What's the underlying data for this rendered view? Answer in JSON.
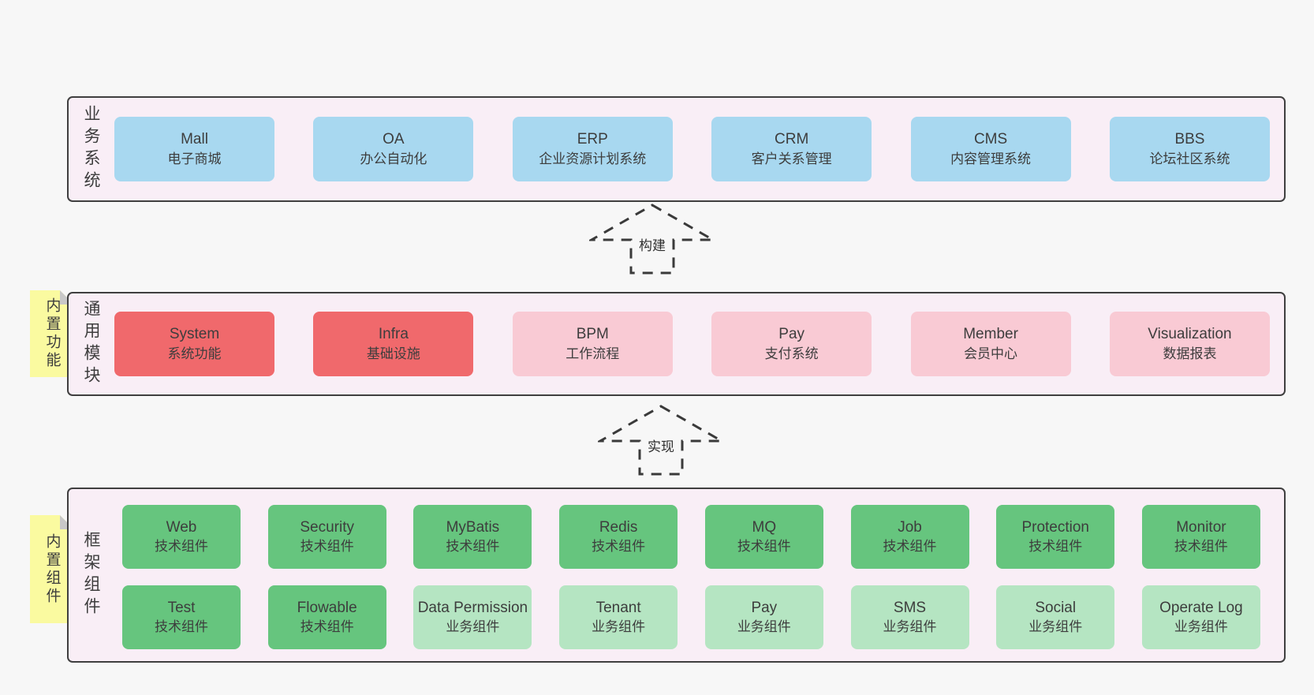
{
  "colors": {
    "page_bg": "#f7f7f7",
    "band_bg": "#f9eef6",
    "band_border": "#3f3f3f",
    "blue": "#a8d8f0",
    "red": "#f0696c",
    "pink": "#f9cad4",
    "green_dark": "#66c57e",
    "green_light": "#b5e5c2",
    "sticky_yellow": "#fafaa0",
    "fold_gray": "#c8c8c8",
    "text": "#3d3d3d"
  },
  "bands": {
    "business": {
      "label": "业务系统",
      "boxes": [
        {
          "title": "Mall",
          "subtitle": "电子商城",
          "color": "blue"
        },
        {
          "title": "OA",
          "subtitle": "办公自动化",
          "color": "blue"
        },
        {
          "title": "ERP",
          "subtitle": "企业资源计划系统",
          "color": "blue"
        },
        {
          "title": "CRM",
          "subtitle": "客户关系管理",
          "color": "blue"
        },
        {
          "title": "CMS",
          "subtitle": "内容管理系统",
          "color": "blue"
        },
        {
          "title": "BBS",
          "subtitle": "论坛社区系统",
          "color": "blue"
        }
      ]
    },
    "modules": {
      "label": "通用模块",
      "sticky": "内置功能",
      "boxes": [
        {
          "title": "System",
          "subtitle": "系统功能",
          "color": "red"
        },
        {
          "title": "Infra",
          "subtitle": "基础设施",
          "color": "red"
        },
        {
          "title": "BPM",
          "subtitle": "工作流程",
          "color": "pink"
        },
        {
          "title": "Pay",
          "subtitle": "支付系统",
          "color": "pink"
        },
        {
          "title": "Member",
          "subtitle": "会员中心",
          "color": "pink"
        },
        {
          "title": "Visualization",
          "subtitle": "数据报表",
          "color": "pink"
        }
      ]
    },
    "components": {
      "label": "框架组件",
      "sticky": "内置组件",
      "rows": [
        [
          {
            "title": "Web",
            "subtitle": "技术组件",
            "color": "green-dark"
          },
          {
            "title": "Security",
            "subtitle": "技术组件",
            "color": "green-dark"
          },
          {
            "title": "MyBatis",
            "subtitle": "技术组件",
            "color": "green-dark"
          },
          {
            "title": "Redis",
            "subtitle": "技术组件",
            "color": "green-dark"
          },
          {
            "title": "MQ",
            "subtitle": "技术组件",
            "color": "green-dark"
          },
          {
            "title": "Job",
            "subtitle": "技术组件",
            "color": "green-dark"
          },
          {
            "title": "Protection",
            "subtitle": "技术组件",
            "color": "green-dark"
          },
          {
            "title": "Monitor",
            "subtitle": "技术组件",
            "color": "green-dark"
          }
        ],
        [
          {
            "title": "Test",
            "subtitle": "技术组件",
            "color": "green-dark"
          },
          {
            "title": "Flowable",
            "subtitle": "技术组件",
            "color": "green-dark"
          },
          {
            "title": "Data Permission",
            "subtitle": "业务组件",
            "color": "green-light"
          },
          {
            "title": "Tenant",
            "subtitle": "业务组件",
            "color": "green-light"
          },
          {
            "title": "Pay",
            "subtitle": "业务组件",
            "color": "green-light"
          },
          {
            "title": "SMS",
            "subtitle": "业务组件",
            "color": "green-light"
          },
          {
            "title": "Social",
            "subtitle": "业务组件",
            "color": "green-light"
          },
          {
            "title": "Operate Log",
            "subtitle": "业务组件",
            "color": "green-light"
          }
        ]
      ]
    }
  },
  "arrows": {
    "build": {
      "label": "构建"
    },
    "implement": {
      "label": "实现"
    }
  }
}
